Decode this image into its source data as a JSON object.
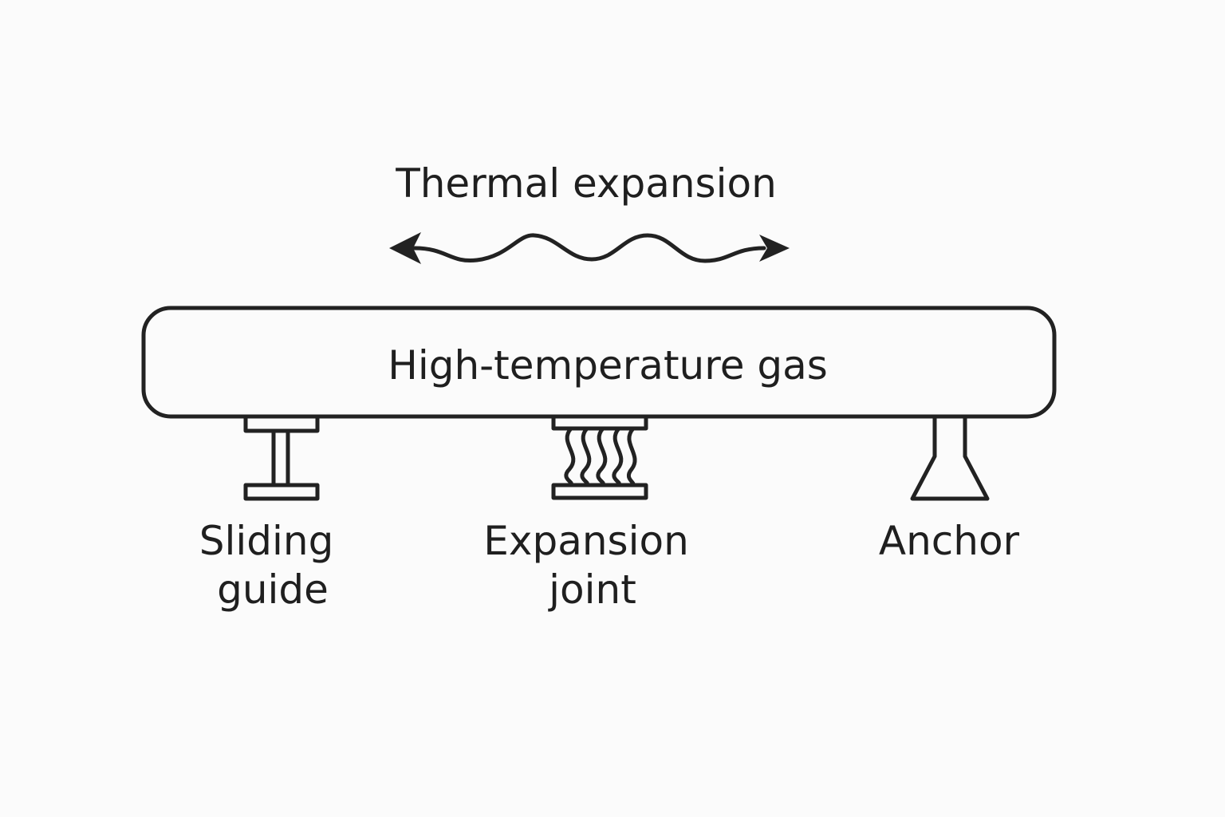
{
  "title": "Thermal expansion",
  "pipe_label": "High-temperature gas",
  "supports": [
    {
      "line1": "Sliding",
      "line2": "guide"
    },
    {
      "line1": "Expansion",
      "line2": "joint"
    },
    {
      "line1": "Anchor",
      "line2": ""
    }
  ],
  "colors": {
    "stroke": "#222222",
    "text": "#1f1f1f",
    "background": "#fbfbfb"
  }
}
